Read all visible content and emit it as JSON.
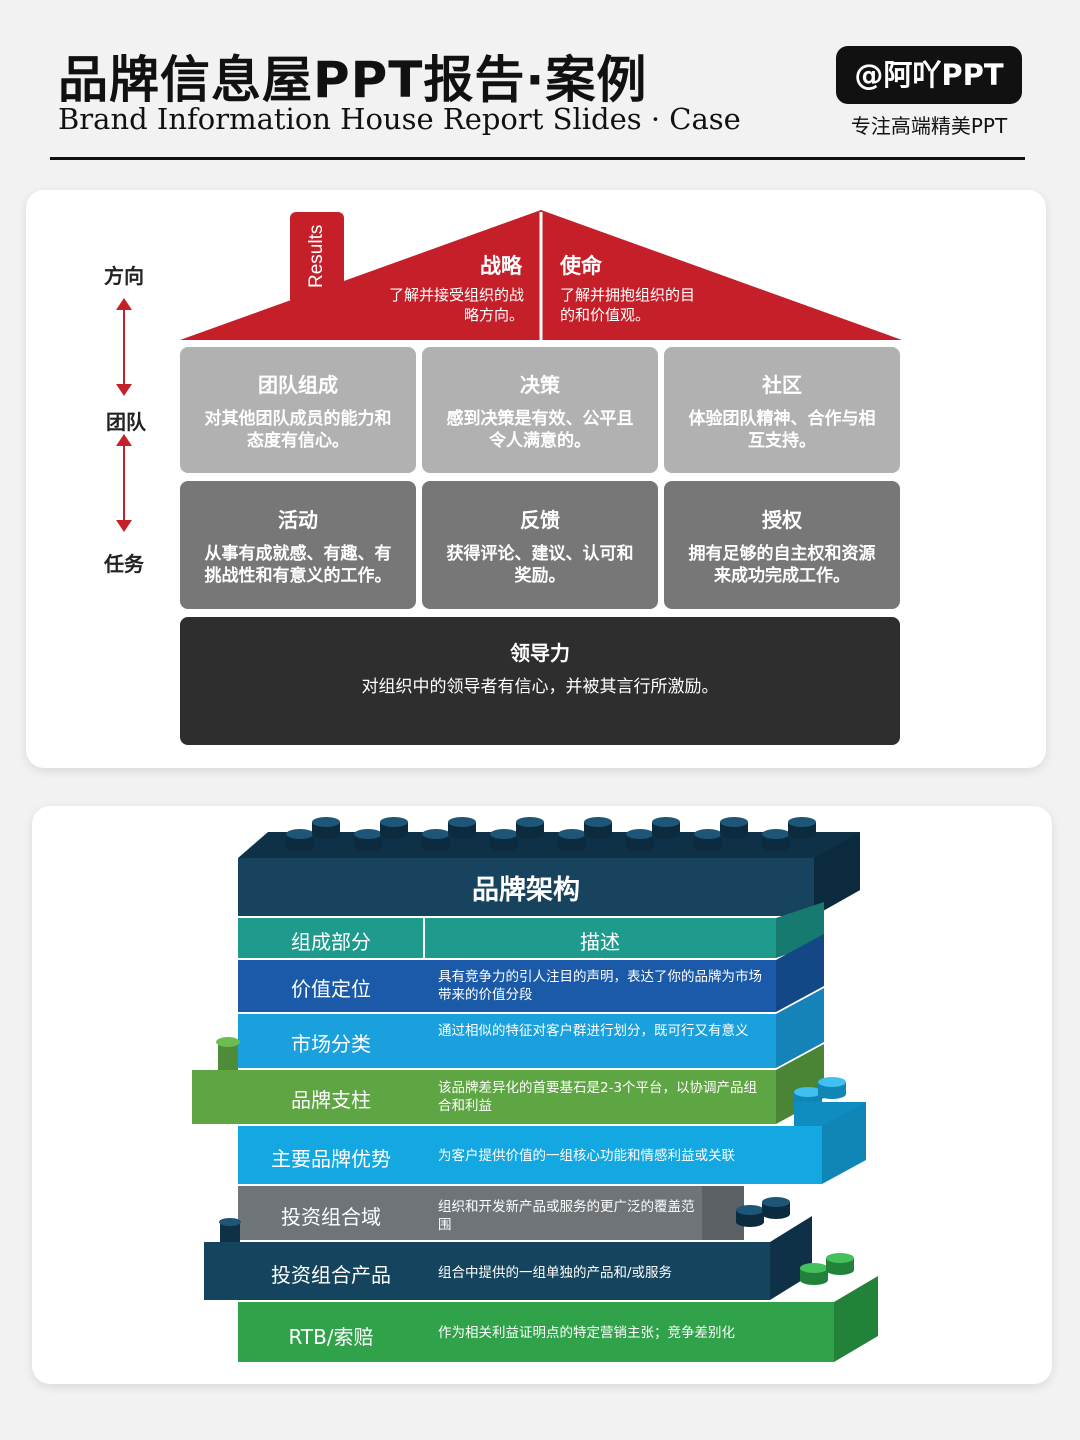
{
  "header": {
    "title_cn": "品牌信息屋PPT报告·案例",
    "title_en": "Brand Information House Report Slides · Case",
    "brand": "@阿吖PPT",
    "brand_sub": "专注高端精美PPT"
  },
  "house": {
    "side_labels": [
      "方向",
      "团队",
      "任务"
    ],
    "results_tab": "Results",
    "roof": [
      {
        "title": "战略",
        "desc": "了解并接受组织的战略方向。"
      },
      {
        "title": "使命",
        "desc": "了解并拥抱组织的目的和价值观。"
      }
    ],
    "row1": [
      {
        "title": "团队组成",
        "desc": "对其他团队成员的能力和态度有信心。"
      },
      {
        "title": "决策",
        "desc": "感到决策是有效、公平且令人满意的。"
      },
      {
        "title": "社区",
        "desc": "体验团队精神、合作与相互支持。"
      }
    ],
    "row2": [
      {
        "title": "活动",
        "desc": "从事有成就感、有趣、有挑战性和有意义的工作。"
      },
      {
        "title": "反馈",
        "desc": "获得评论、建议、认可和奖励。"
      },
      {
        "title": "授权",
        "desc": "拥有足够的自主权和资源来成功完成工作。"
      }
    ],
    "foundation": {
      "title": "领导力",
      "desc": "对组织中的领导者有信心，并被其言行所激励。"
    },
    "colors": {
      "roof": "#c5202a",
      "row1": "#b1b1b1",
      "row2": "#777777",
      "foundation": "#2e2e2e"
    }
  },
  "architecture": {
    "title": "品牌架构",
    "header": {
      "col1": "组成部分",
      "col2": "描述"
    },
    "rows": [
      {
        "label": "价值定位",
        "desc": "具有竞争力的引人注目的声明，表达了你的品牌为市场带来的价值分段"
      },
      {
        "label": "市场分类",
        "desc": "通过相似的特征对客户群进行划分，既可行又有意义"
      },
      {
        "label": "品牌支柱",
        "desc": "该品牌差异化的首要基石是2-3个平台，以协调产品组合和利益"
      },
      {
        "label": "主要品牌优势",
        "desc": "为客户提供价值的一组核心功能和情感利益或关联"
      },
      {
        "label": "投资组合域",
        "desc": "组织和开发新产品或服务的更广泛的覆盖范围"
      },
      {
        "label": "投资组合产品",
        "desc": "组合中提供的一组单独的产品和/或服务"
      },
      {
        "label": "RTB/索赔",
        "desc": "作为相关利益证明点的特定营销主张；竞争差别化"
      }
    ],
    "colors": {
      "title": "#17435e",
      "header": "#1f9b8e",
      "rows": [
        "#1a5aa8",
        "#1aa0dc",
        "#5ea544",
        "#14a8e2",
        "#6f7478",
        "#15445e",
        "#2fa24a"
      ]
    }
  }
}
